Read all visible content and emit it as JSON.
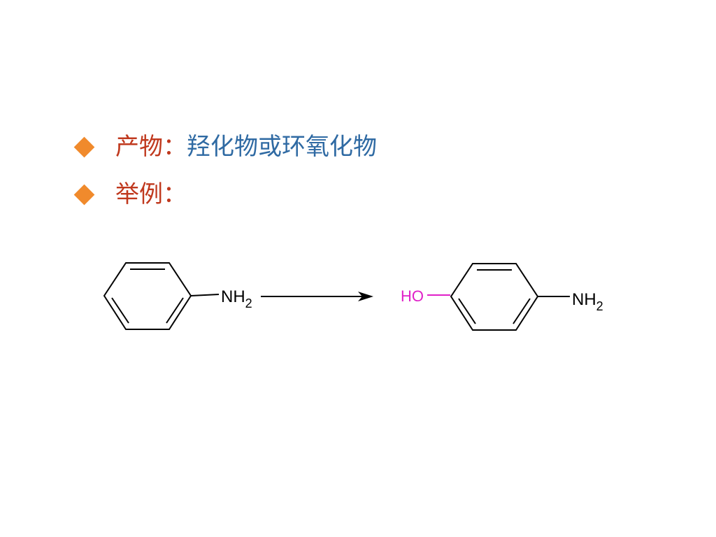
{
  "colors": {
    "bullet": "#f08a2c",
    "label": "#c0391e",
    "value": "#2f6aa3",
    "hydroxyl": "#e020c8",
    "ink": "#000000"
  },
  "bullets": [
    {
      "icon": "diamond-bullet-icon",
      "label": "产物：",
      "value": "羟化物或环氧化物"
    },
    {
      "icon": "diamond-bullet-icon",
      "label": "举例：",
      "value": ""
    }
  ],
  "reaction": {
    "reactant": {
      "name_label": "NH",
      "subscript": "2"
    },
    "product": {
      "hydroxyl_label": "HO",
      "amine_label": "NH",
      "amine_subscript": "2"
    }
  }
}
